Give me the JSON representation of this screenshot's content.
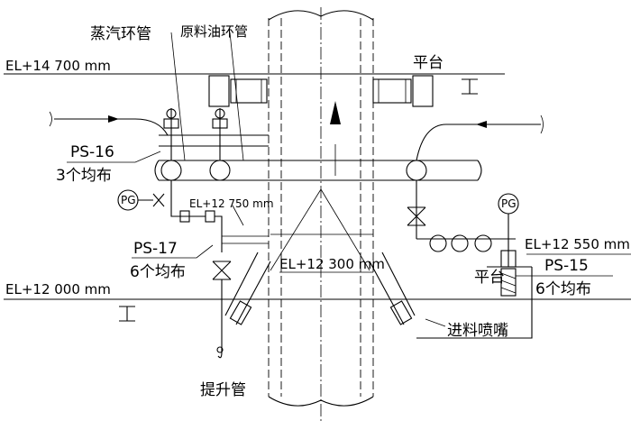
{
  "labels": {
    "steam_ring": "蒸汽环管",
    "feed_oil_ring": "原料油环管",
    "el_14700": "EL+14 700 mm",
    "platform_top": "平台",
    "ps16_code": "PS-16",
    "ps16_count": "3个均布",
    "pg_left": "PG",
    "el_12750": "EL+12  750 mm",
    "ps17_code": "PS-17",
    "ps17_count": "6个均布",
    "el_12000": "EL+12 000 mm",
    "el_12300": "EL+12 300 mm",
    "pg_right": "PG",
    "el_12550": "EL+12 550 mm",
    "platform_right": "平台",
    "ps15_code": "PS-15",
    "ps15_count": "6个均布",
    "feed_nozzle": "进料喷嘴",
    "riser": "提升管"
  }
}
